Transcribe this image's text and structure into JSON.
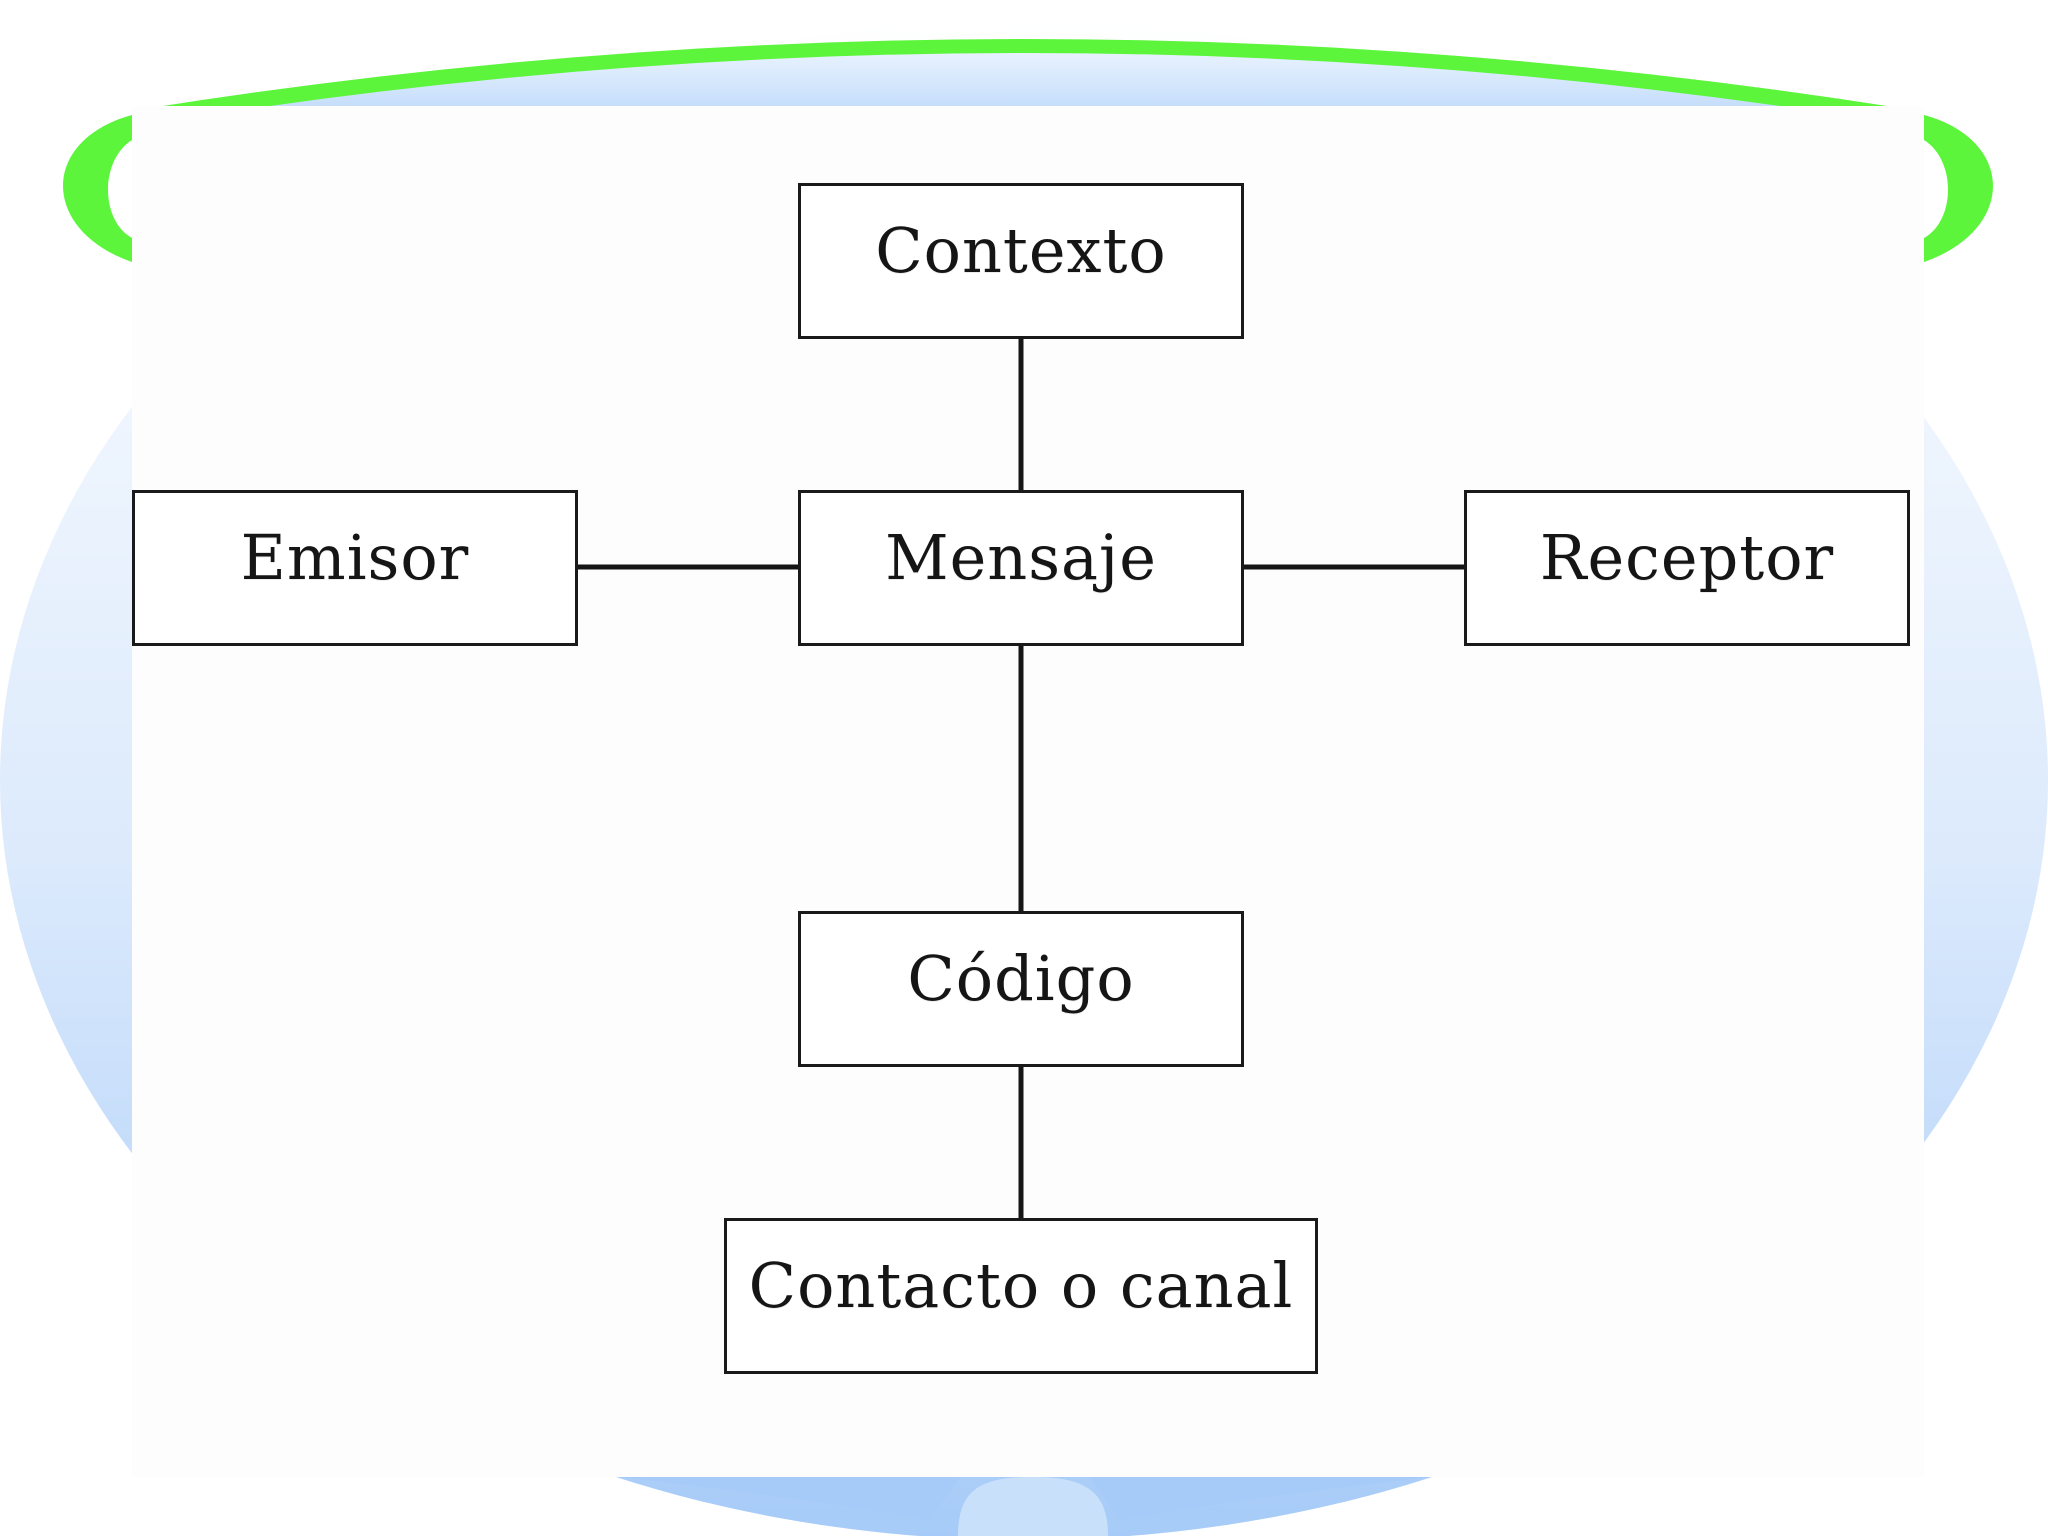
{
  "diagram": {
    "nodes": {
      "contexto": "Contexto",
      "emisor": "Emisor",
      "mensaje": "Mensaje",
      "receptor": "Receptor",
      "codigo": "Código",
      "contacto": "Contacto o canal"
    },
    "edges": [
      [
        "mensaje",
        "contexto"
      ],
      [
        "mensaje",
        "emisor"
      ],
      [
        "mensaje",
        "receptor"
      ],
      [
        "mensaje",
        "codigo"
      ],
      [
        "codigo",
        "contacto"
      ]
    ]
  },
  "colors": {
    "accent_green": "#5cf53c",
    "accent_blue": "#a8cdf8",
    "box_border": "#1a1a1a",
    "panel": "#fefdfe"
  }
}
